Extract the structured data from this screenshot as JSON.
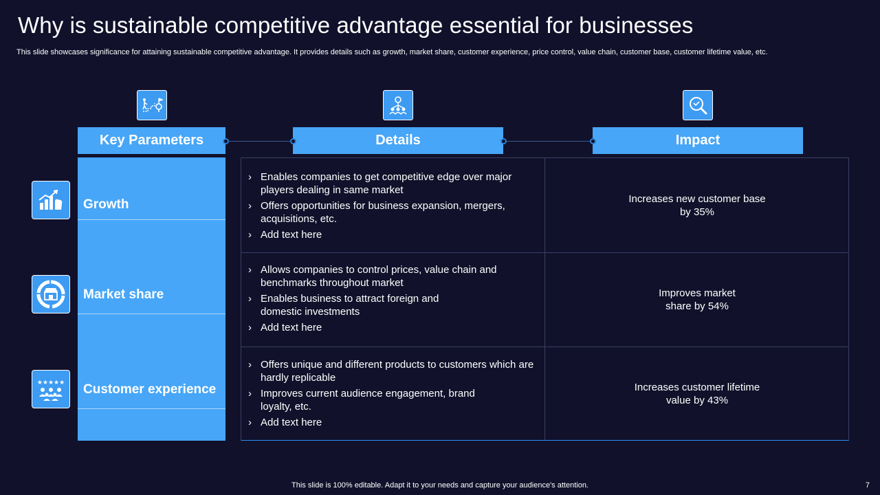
{
  "slide": {
    "title": "Why is sustainable competitive advantage essential for businesses",
    "subtitle": "This slide showcases significance for attaining sustainable competitive advantage. It provides details such as growth, market share, customer experience, price control, value chain, customer base, customer lifetime value, etc.",
    "footer": "This slide is 100% editable. Adapt it to your needs and capture your audience's attention.",
    "page_number": "7"
  },
  "headers": {
    "key_parameters": "Key Parameters",
    "details": "Details",
    "impact": "Impact"
  },
  "header_icons": [
    "stairs-goal-icon",
    "team-network-icon",
    "magnifier-analysis-icon"
  ],
  "rows": [
    {
      "parameter": "Growth",
      "icon": "growth-chart-icon",
      "details": [
        "Enables companies to get competitive edge over major players dealing in same market",
        "Offers opportunities for business expansion, mergers, acquisitions, etc.",
        "Add text here"
      ],
      "impact": "Increases new customer base by 35%"
    },
    {
      "parameter": "Market share",
      "icon": "market-share-icon",
      "details": [
        "Allows companies to control prices, value chain and benchmarks throughout  market",
        "Enables business to attract foreign and domestic investments",
        "Add text here"
      ],
      "impact": "Improves market share by 54%"
    },
    {
      "parameter": "Customer experience",
      "icon": "customer-rating-icon",
      "details": [
        "Offers unique and different products to customers which are hardly replicable",
        "Improves current audience engagement, brand loyalty,  etc.",
        "Add text here"
      ],
      "impact": "Increases customer lifetime value by 43%"
    }
  ],
  "colors": {
    "background": "#11112b",
    "accent": "#47a6f7",
    "icon_fill": "#3d9bf2"
  }
}
